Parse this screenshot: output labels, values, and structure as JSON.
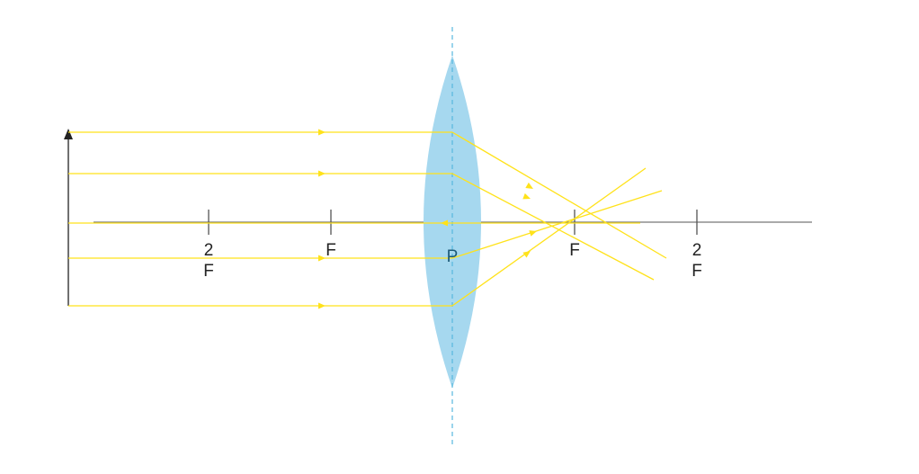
{
  "diagram": {
    "labels": {
      "left_2f_top": "2",
      "left_2f_bottom": "F",
      "left_f": "F",
      "center": "P",
      "right_f": "F",
      "right_2f_top": "2",
      "right_2f_bottom": "F"
    },
    "colors": {
      "ray": "#ffe21a",
      "lens_fill": "#a6d8ef",
      "lens_axis": "#58b8de",
      "principal_axis": "#777777",
      "object_arrow": "#222222",
      "tick": "#555555",
      "center_label": "#1c5a78"
    }
  }
}
